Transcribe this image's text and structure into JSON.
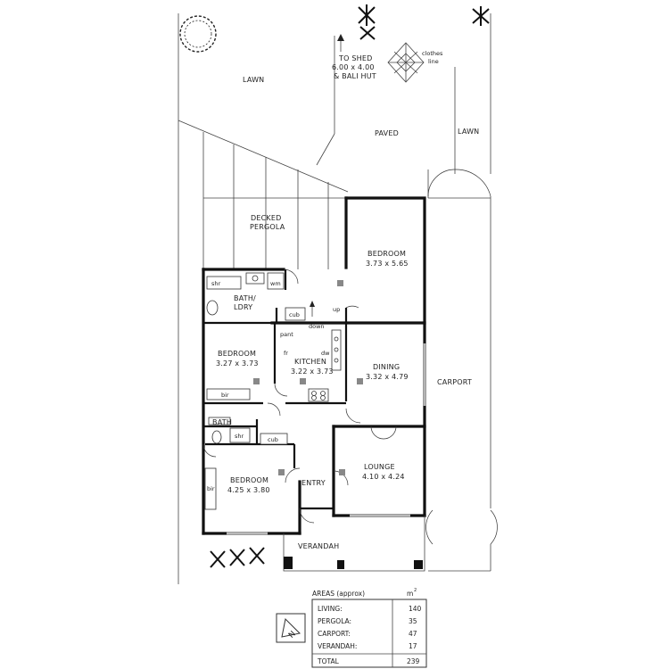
{
  "outdoor": {
    "lawn_left": "LAWN",
    "lawn_right": "LAWN",
    "paved": "PAVED",
    "shed_line1": "TO SHED",
    "shed_line2": "6.00 x 4.00",
    "shed_line3": "& BALI HUT",
    "clothes_line1": "clothes",
    "clothes_line2": "line",
    "pergola_line1": "DECKED",
    "pergola_line2": "PERGOLA",
    "carport": "CARPORT",
    "verandah": "VERANDAH"
  },
  "rooms": {
    "bedroom_rear": {
      "name": "BEDROOM",
      "dims": "3.73 x 5.65"
    },
    "bath_laundry": {
      "line1": "BATH/",
      "line2": "LDRY"
    },
    "bedroom_mid": {
      "name": "BEDROOM",
      "dims": "3.27 x 3.73"
    },
    "kitchen": {
      "name": "KITCHEN",
      "dims": "3.22 x 3.73"
    },
    "dining": {
      "name": "DINING",
      "dims": "3.32 x 4.79"
    },
    "bath": {
      "name": "BATH"
    },
    "lounge": {
      "name": "LOUNGE",
      "dims": "4.10 x 4.24"
    },
    "bedroom_front": {
      "name": "BEDROOM",
      "dims": "4.25 x 3.80"
    },
    "entry": {
      "name": "ENTRY"
    }
  },
  "fixtures": {
    "shr_laundry": "shr",
    "wm": "wm",
    "cub_laundry": "cub",
    "up": "up",
    "down": "down",
    "pant": "pant",
    "fr": "fr",
    "dw": "dw",
    "bir_mid": "bir",
    "shr_bath": "shr",
    "cub_bath": "cub",
    "bir_front": "bir"
  },
  "areas": {
    "header": "AREAS (approx)",
    "unit": "m",
    "unit_sup": "2",
    "rows": [
      {
        "label": "LIVING:",
        "value": "140"
      },
      {
        "label": "PERGOLA:",
        "value": "35"
      },
      {
        "label": "CARPORT:",
        "value": "47"
      },
      {
        "label": "VERANDAH:",
        "value": "17"
      }
    ],
    "total_label": "TOTAL",
    "total_value": "239"
  },
  "compass": {
    "letter": "N"
  }
}
